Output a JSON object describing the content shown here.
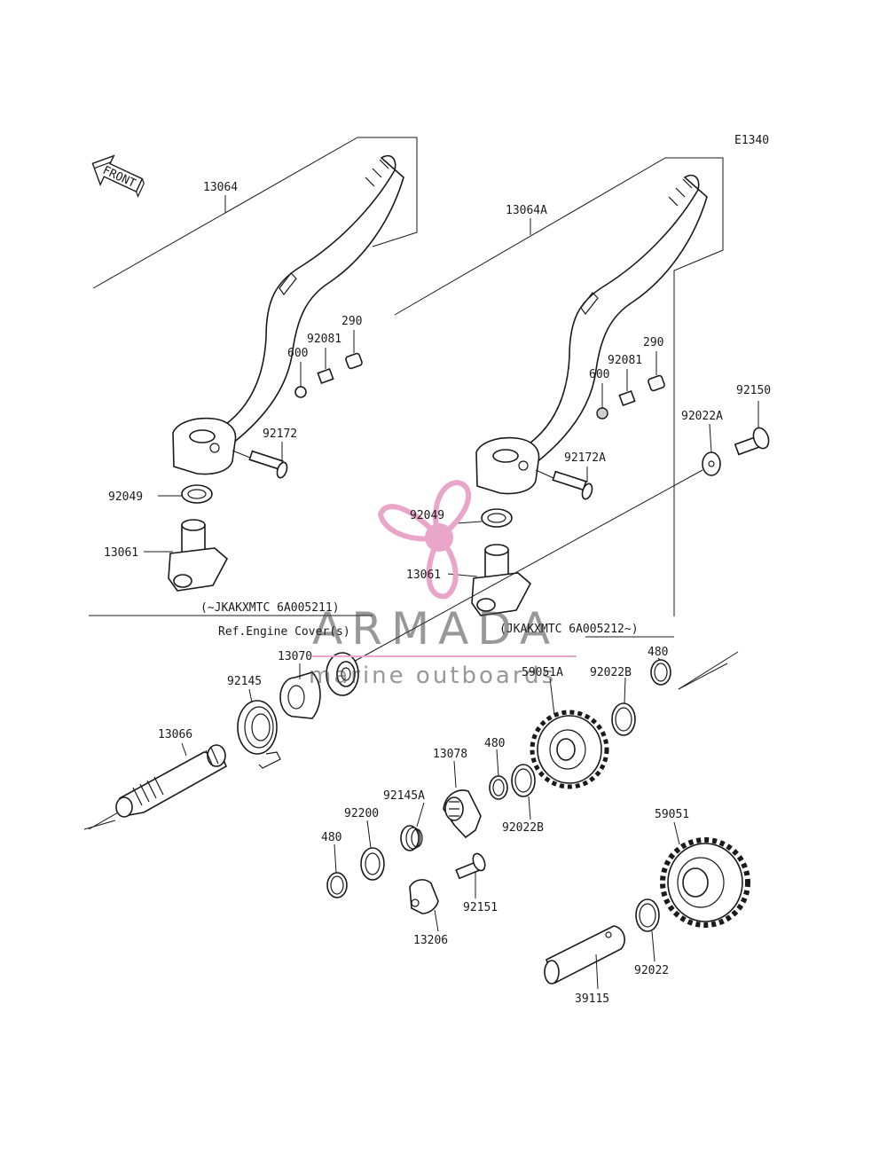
{
  "diagram_code": "E1340",
  "front_label": "FRONT",
  "variant_left": "(~JKAKXMTC 6A005211)",
  "variant_right": "(JKAKXMTC 6A005212~)",
  "ref_note": "Ref.Engine Cover(s)",
  "watermark": {
    "brand": "ARMADA",
    "tagline": "marine outboards",
    "accent_color": "#e9a6c8"
  },
  "parts": {
    "kick_pedal": "13064",
    "kick_pedal_alt": "13064A",
    "spring_left": "92081",
    "spring_right": "92081",
    "cap_left": "290",
    "cap_right": "290",
    "ball_left": "600",
    "ball_right": "600",
    "bolt_left": "92172",
    "bolt_right": "92172A",
    "oil_seal_left": "92049",
    "oil_seal_right": "92049",
    "boss_left": "13061",
    "boss_right": "13061",
    "bolt_top": "92150",
    "washer_top": "92022A",
    "kick_shaft": "13066",
    "kick_spring": "92145",
    "spring_guide": "13070",
    "ratchet": "13078",
    "spring_small": "92145A",
    "washer_92200": "92200",
    "circlip_a": "480",
    "circlip_b": "480",
    "circlip_c": "480",
    "gear_alt": "59051A",
    "gear": "59051",
    "washer_b1": "92022B",
    "washer_b2": "92022B",
    "washer_92022": "92022",
    "stopper": "13206",
    "bolt_stopper": "92151",
    "idle_shaft": "39115"
  }
}
